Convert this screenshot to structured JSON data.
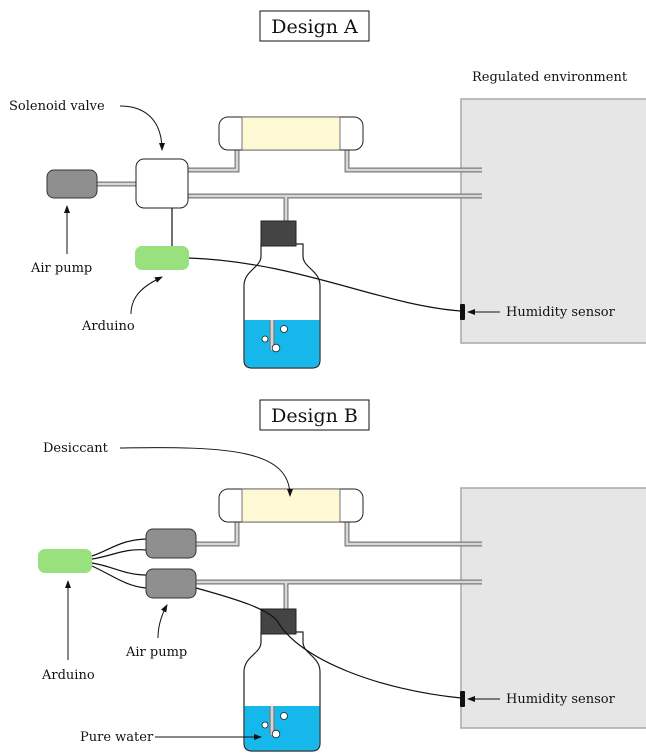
{
  "designA": {
    "title": "Design A",
    "labels": {
      "solenoid_valve": "Solenoid valve",
      "air_pump": "Air pump",
      "arduino": "Arduino",
      "regulated_environment": "Regulated environment",
      "humidity_sensor": "Humidity sensor"
    }
  },
  "designB": {
    "title": "Design B",
    "labels": {
      "desiccant": "Desiccant",
      "arduino": "Arduino",
      "air_pump": "Air pump",
      "humidity_sensor": "Humidity sensor",
      "pure_water": "Pure water"
    }
  },
  "colors": {
    "environment": "#e6e6e6",
    "air_pump": "#8f8f8f",
    "arduino": "#99e07f",
    "desiccant": "#fff8d4",
    "water": "#16b7ea",
    "bottle_cap": "#444444"
  }
}
